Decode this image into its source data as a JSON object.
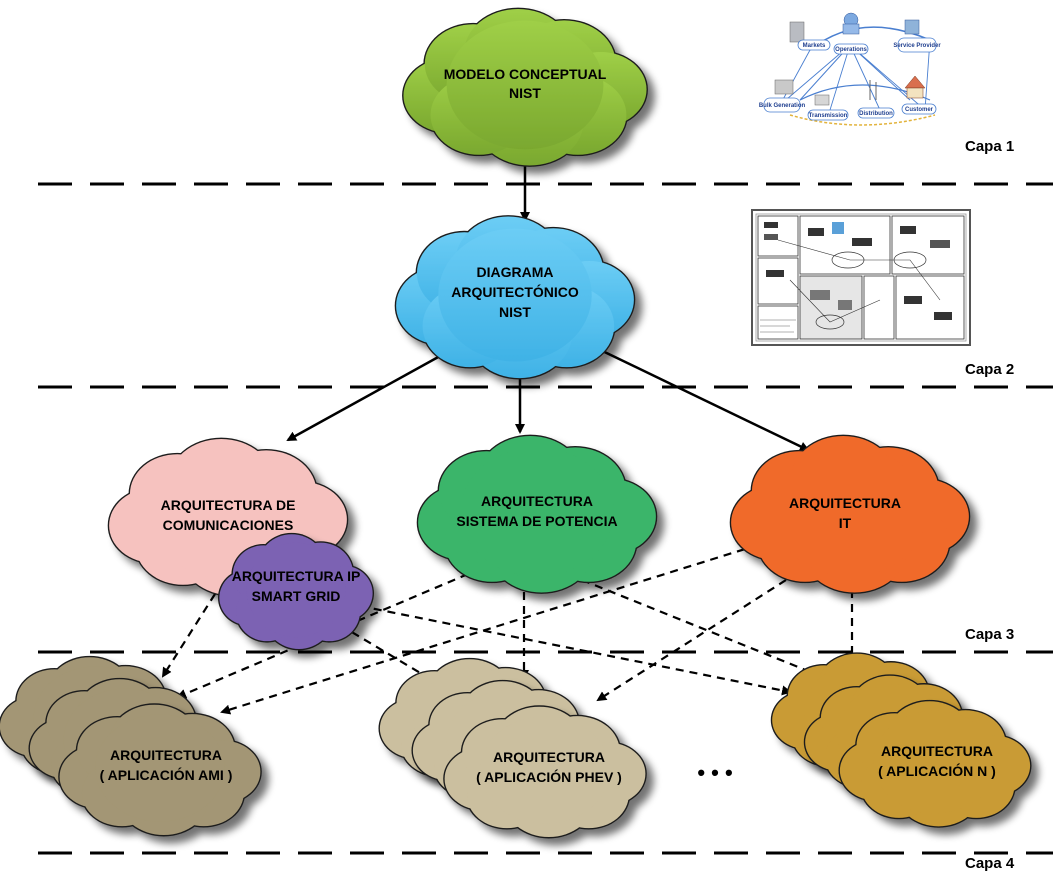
{
  "layers": [
    "Capa 1",
    "Capa 2",
    "Capa 3",
    "Capa 4"
  ],
  "clouds": {
    "nist_conceptual": {
      "lines": [
        "MODELO CONCEPTUAL",
        "NIST"
      ],
      "color": "#8ebd3c"
    },
    "nist_diagram": {
      "lines": [
        "DIAGRAMA",
        "ARQUITECTÓNICO",
        "NIST"
      ],
      "color": "#56c2ef"
    },
    "comm_arch": {
      "lines": [
        "ARQUITECTURA DE",
        "COMUNICACIONES"
      ],
      "color": "#f6c2bf"
    },
    "ip_arch": {
      "lines": [
        "ARQUITECTURA IP",
        "SMART GRID"
      ],
      "color": "#7b62b3"
    },
    "power_arch": {
      "lines": [
        "ARQUITECTURA",
        "SISTEMA DE POTENCIA"
      ],
      "color": "#3bb56a"
    },
    "it_arch": {
      "lines": [
        "ARQUITECTURA",
        "IT"
      ],
      "color": "#f06a2c"
    },
    "ami_app": {
      "lines": [
        "ARQUITECTURA",
        "( APLICACIÓN AMI )"
      ],
      "color": "#a39674"
    },
    "phev_app": {
      "lines": [
        "ARQUITECTURA",
        "( APLICACIÓN PHEV )"
      ],
      "color": "#cbbf9f"
    },
    "n_app": {
      "lines": [
        "ARQUITECTURA",
        "( APLICACIÓN N )"
      ],
      "color": "#c99b35"
    }
  },
  "ellipsis": "• • •",
  "thumbnail": {
    "labels": [
      "Markets",
      "Operations",
      "Service Provider",
      "Bulk Generation",
      "Transmission",
      "Distribution",
      "Customer"
    ]
  }
}
